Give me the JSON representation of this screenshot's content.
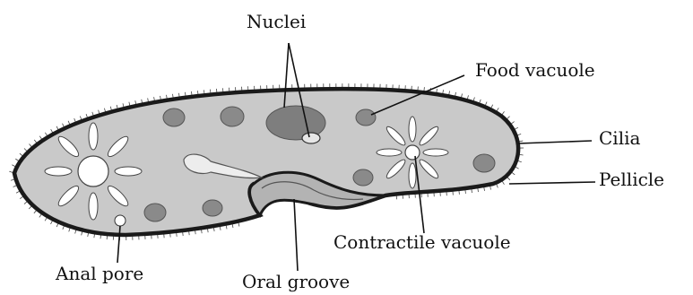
{
  "labels": {
    "nuclei": "Nuclei",
    "food_vacuole": "Food vacuole",
    "cilia": "Cilia",
    "pellicle": "Pellicle",
    "contractile_vacuole": "Contractile vacuole",
    "anal_pore": "Anal pore",
    "oral_groove": "Oral groove"
  },
  "colors": {
    "cytoplasm": "#c9c9c9",
    "pellicle": "#1a1a1a",
    "organelle": "#8a8a8a",
    "macronucleus": "#7e7e7e",
    "leader": "#111111",
    "vacuole_fill": "#ffffff"
  }
}
